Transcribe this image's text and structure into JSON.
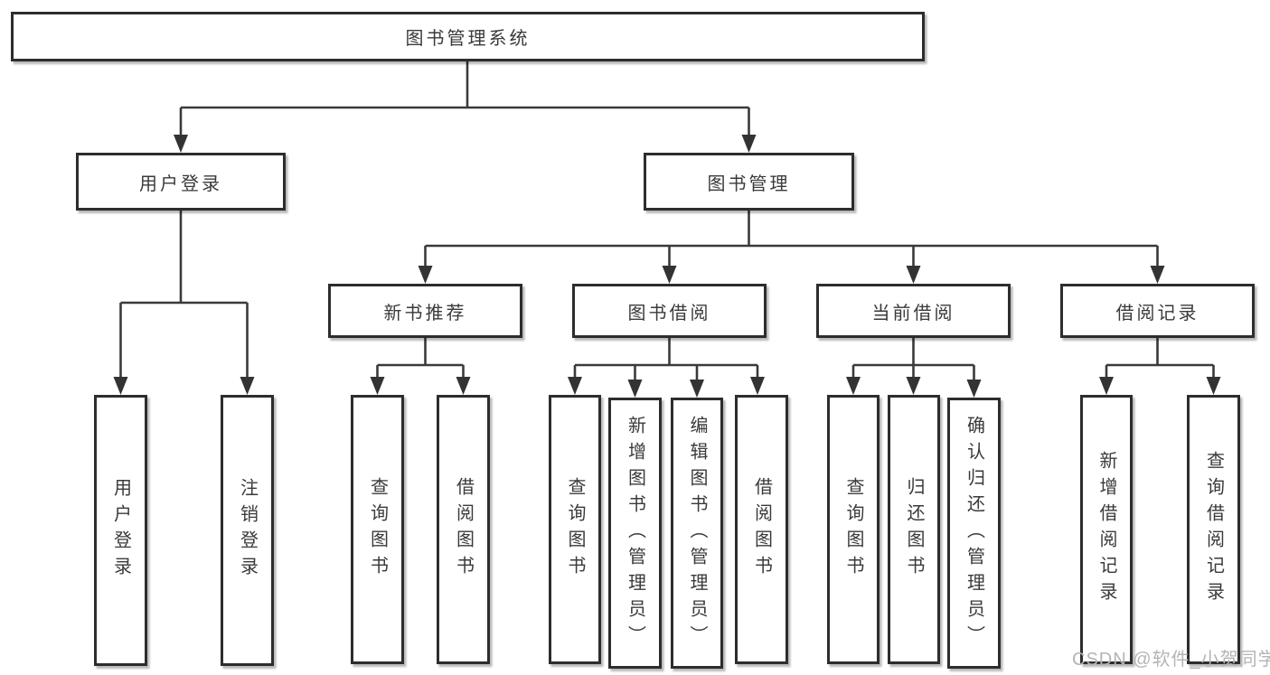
{
  "diagram": {
    "title": "图书管理系统",
    "root": {
      "label": "图书管理系统"
    },
    "branches": [
      {
        "label": "用户登录",
        "children": [
          {
            "label": "用户登录"
          },
          {
            "label": "注销登录"
          }
        ]
      },
      {
        "label": "图书管理",
        "children": [
          {
            "label": "新书推荐",
            "children": [
              {
                "label": "查询图书"
              },
              {
                "label": "借阅图书"
              }
            ]
          },
          {
            "label": "图书借阅",
            "children": [
              {
                "label": "查询图书"
              },
              {
                "label": "新增图书（管理员）"
              },
              {
                "label": "编辑图书（管理员）"
              },
              {
                "label": "借阅图书"
              }
            ]
          },
          {
            "label": "当前借阅",
            "children": [
              {
                "label": "查询图书"
              },
              {
                "label": "归还图书"
              },
              {
                "label": "确认归还（管理员）"
              }
            ]
          },
          {
            "label": "借阅记录",
            "children": [
              {
                "label": "新增借阅记录"
              },
              {
                "label": "查询借阅记录"
              }
            ]
          }
        ]
      }
    ],
    "colors": {
      "box_border": "#2d2d2d",
      "connector_line": "#3a3a3a",
      "text": "#3a3a3a",
      "background": "#ffffff",
      "watermark": "#b4b4b4"
    }
  },
  "watermark": {
    "text": "CSDN @软件_小贺同学"
  }
}
